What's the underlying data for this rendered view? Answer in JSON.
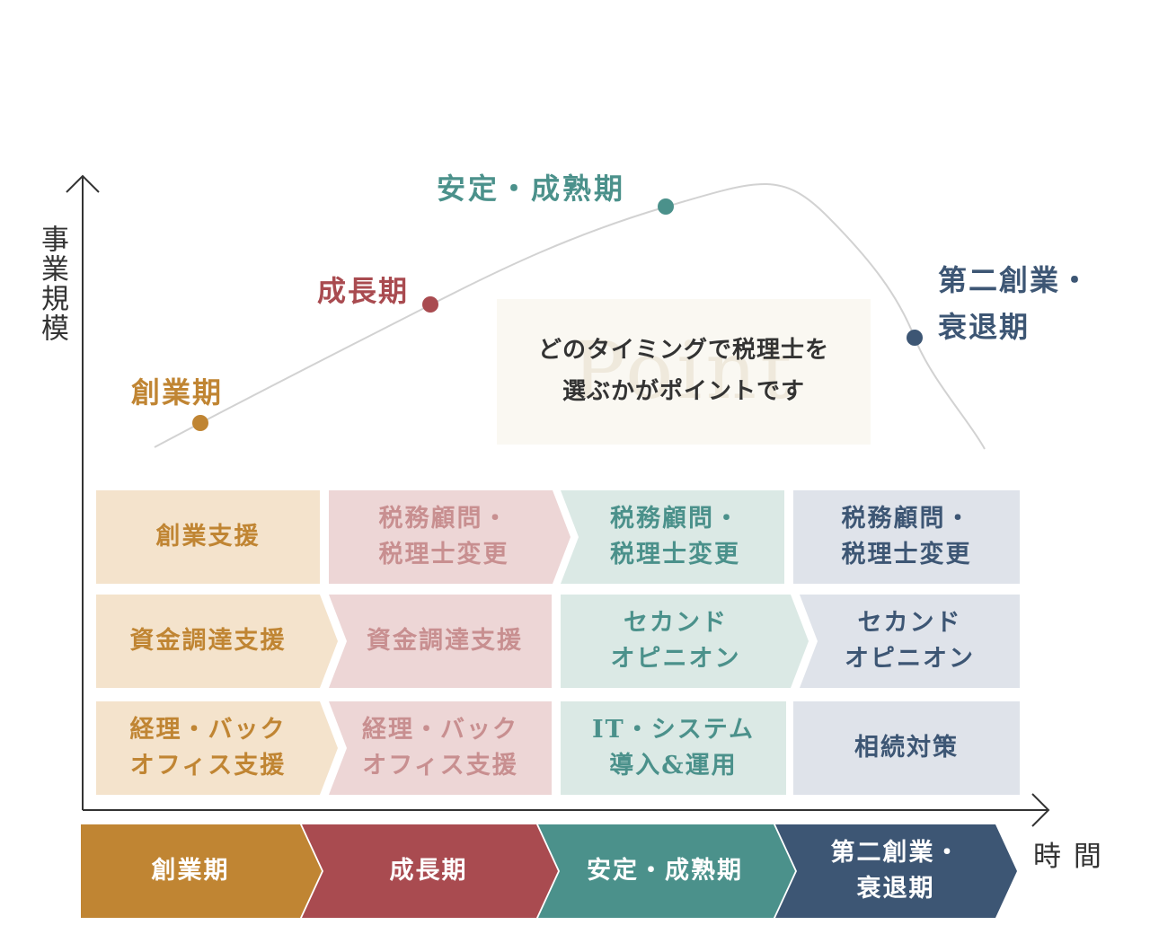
{
  "axes": {
    "y_label": "事業規模",
    "x_label": "時 間"
  },
  "stages": [
    {
      "id": "founding",
      "label": "創業期",
      "color": "#c08533"
    },
    {
      "id": "growth",
      "label": "成長期",
      "color": "#a94b50"
    },
    {
      "id": "stable",
      "label": "安定・成熟期",
      "color": "#4b918b"
    },
    {
      "id": "second",
      "label": "第二創業・\n衰退期",
      "color": "#3d5674"
    }
  ],
  "callout": {
    "text": "どのタイミングで税理士を\n選ぶかがポイントです",
    "watermark": "Point"
  },
  "grid": {
    "rows": [
      [
        "創業支援",
        "税務顧問・\n税理士変更",
        "税務顧問・\n税理士変更",
        "税務顧問・\n税理士変更"
      ],
      [
        "資金調達支援",
        "資金調達支援",
        "セカンド\nオピニオン",
        "セカンド\nオピニオン"
      ],
      [
        "経理・バック\nオフィス支援",
        "経理・バック\nオフィス支援",
        "IT・システム\n導入&運用",
        "相続対策"
      ]
    ]
  },
  "phase_bar": [
    "創業期",
    "成長期",
    "安定・成熟期",
    "第二創業・\n衰退期"
  ],
  "colors": {
    "axis": "#333333",
    "curve": "#d2d2d2",
    "founding_bg": "#f4e3cc",
    "growth_bg": "#edd6d6",
    "stable_bg": "#dbe9e5",
    "second_bg": "#dfe3ea",
    "growth_text": "#c88f90",
    "callout_bg": "#faf8f2"
  }
}
